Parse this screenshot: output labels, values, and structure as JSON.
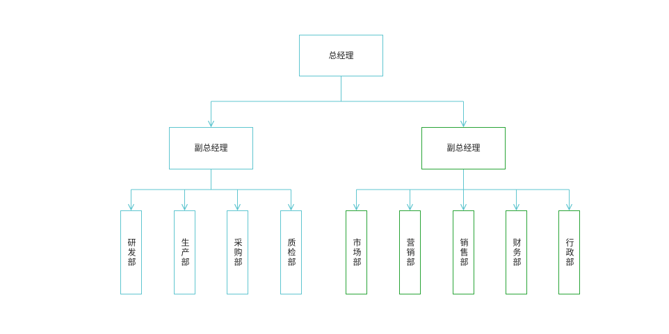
{
  "colors": {
    "connector": "#5ec5cf",
    "teal_border": "#5ec5cf",
    "green_border": "#27a335"
  },
  "root": {
    "label": "总经理"
  },
  "managers": [
    {
      "label": "副总经理",
      "color": "teal"
    },
    {
      "label": "副总经理",
      "color": "green"
    }
  ],
  "departments": [
    {
      "label": "研发部",
      "manager": 0
    },
    {
      "label": "生产部",
      "manager": 0
    },
    {
      "label": "采购部",
      "manager": 0
    },
    {
      "label": "质检部",
      "manager": 0
    },
    {
      "label": "市场部",
      "manager": 1
    },
    {
      "label": "营销部",
      "manager": 1
    },
    {
      "label": "销售部",
      "manager": 1
    },
    {
      "label": "财务部",
      "manager": 1
    },
    {
      "label": "行政部",
      "manager": 1
    }
  ]
}
